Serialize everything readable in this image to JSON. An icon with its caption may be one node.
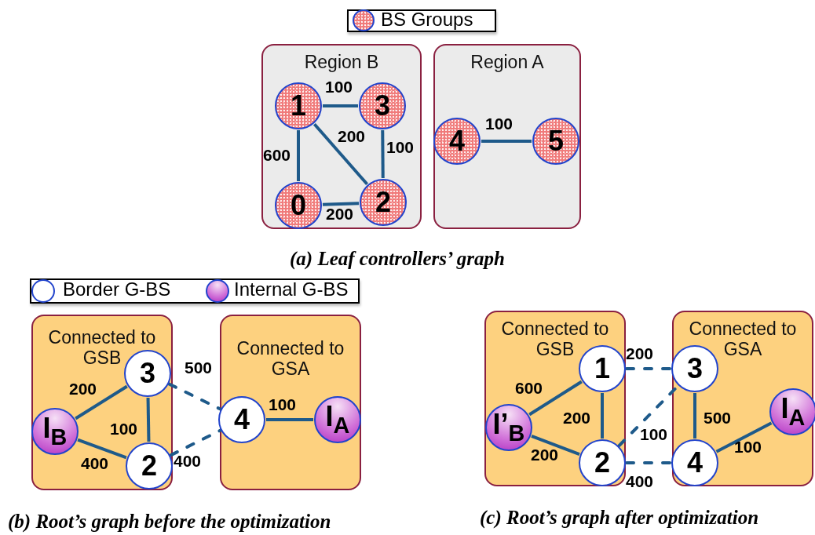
{
  "diagram": {
    "nodes": [
      {
        "text": [
          "Region B"
        ]
      },
      {
        "text": [
          "1"
        ],
        "in": 0
      },
      {
        "text": [
          "3"
        ],
        "in": 0
      },
      {
        "text": [
          "0"
        ],
        "in": 0
      },
      {
        "text": [
          "2"
        ],
        "in": 0
      },
      {
        "text": [
          "Region A"
        ]
      },
      {
        "text": [
          "4"
        ],
        "in": 5
      },
      {
        "text": [
          "5"
        ],
        "in": 5
      },
      {
        "text": [
          "Connected to GSB"
        ]
      },
      {
        "text": [
          "3"
        ],
        "in": 8
      },
      {
        "text": [
          "I$_{B}$"
        ],
        "in": 8
      },
      {
        "text": [
          "2"
        ],
        "in": 8
      },
      {
        "text": [
          "Connected to GSA"
        ]
      },
      {
        "text": [
          "4"
        ],
        "in": 12
      },
      {
        "text": [
          "I$_{A}$"
        ],
        "in": 12
      },
      {
        "text": [
          "Connected to GSB"
        ]
      },
      {
        "text": [
          "1"
        ],
        "in": 15
      },
      {
        "text": [
          "I’$_{B}$"
        ],
        "in": 15
      },
      {
        "text": [
          "2"
        ],
        "in": 15
      },
      {
        "text": [
          "Connected to GSA"
        ]
      },
      {
        "text": [
          "3"
        ],
        "in": 19
      },
      {
        "text": [
          "4"
        ],
        "in": 19
      },
      {
        "text": [
          "I$_{A}$"
        ],
        "in": 19
      }
    ],
    "edges": [
      {
        "from": 1,
        "to": 2,
        "arrow": "none",
        "label": "100"
      },
      {
        "from": 1,
        "to": 3,
        "arrow": "none",
        "label": "600"
      },
      {
        "from": 1,
        "to": 4,
        "arrow": "none",
        "label": "200"
      },
      {
        "from": 2,
        "to": 4,
        "arrow": "none",
        "label": "100"
      },
      {
        "from": 3,
        "to": 4,
        "arrow": "none",
        "label": "200"
      },
      {
        "from": 6,
        "to": 7,
        "arrow": "none",
        "label": "100"
      },
      {
        "from": 10,
        "to": 9,
        "arrow": "none",
        "label": "200"
      },
      {
        "from": 9,
        "to": 11,
        "arrow": "none",
        "label": "100"
      },
      {
        "from": 10,
        "to": 11,
        "arrow": "none",
        "label": "400"
      },
      {
        "from": 9,
        "to": 13,
        "arrow": "none",
        "label": "500",
        "style": "dashed"
      },
      {
        "from": 11,
        "to": 13,
        "arrow": "none",
        "label": "400",
        "style": "dashed"
      },
      {
        "from": 13,
        "to": 14,
        "arrow": "none",
        "label": "100"
      },
      {
        "from": 17,
        "to": 16,
        "arrow": "none",
        "label": "600"
      },
      {
        "from": 16,
        "to": 18,
        "arrow": "none",
        "label": "200"
      },
      {
        "from": 17,
        "to": 18,
        "arrow": "none",
        "label": "200"
      },
      {
        "from": 16,
        "to": 20,
        "arrow": "none",
        "label": "200",
        "style": "dashed"
      },
      {
        "from": 18,
        "to": 20,
        "arrow": "none",
        "label": "100",
        "style": "dashed"
      },
      {
        "from": 18,
        "to": 21,
        "arrow": "none",
        "label": "400",
        "style": "dashed"
      },
      {
        "from": 20,
        "to": 21,
        "arrow": "none",
        "label": "500"
      },
      {
        "from": 21,
        "to": 22,
        "arrow": "none",
        "label": "100"
      }
    ],
    "labels": [
      "(a) Leaf controllers’ graph",
      "(b) Root’s graph before the optimization",
      "(c) Root’s graph after optimization"
    ],
    "legend": [
      {
        "text": "BS Groups"
      },
      {
        "text": "Border G-BS"
      },
      {
        "text": "Internal G-BS"
      }
    ]
  }
}
